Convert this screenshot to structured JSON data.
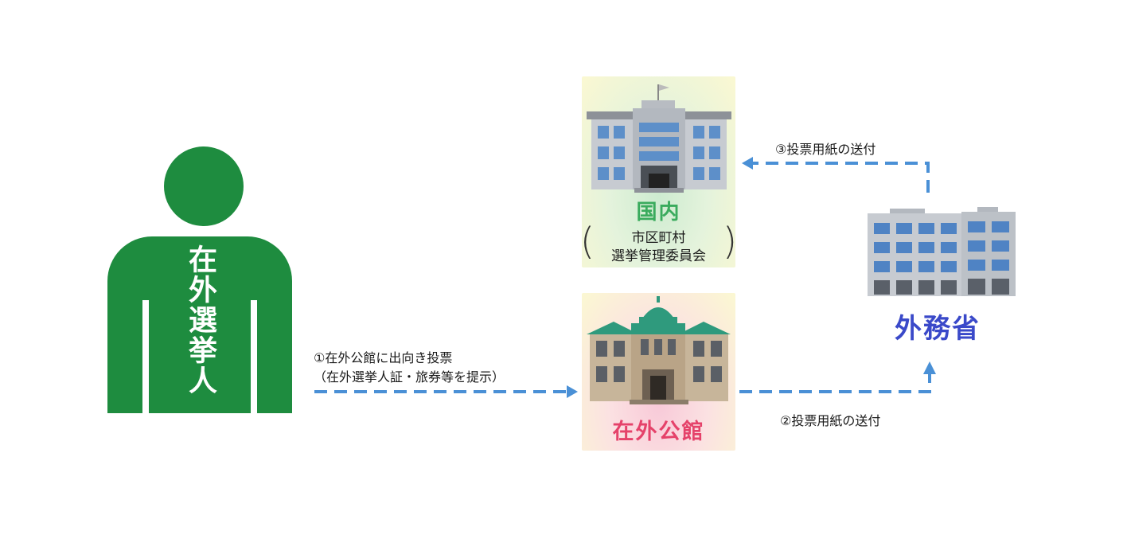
{
  "voter": {
    "label": "在外選挙人"
  },
  "domestic": {
    "title": "国内",
    "sub_line1": "市区町村",
    "sub_line2": "選挙管理委員会",
    "paren_open": "(",
    "paren_close": ")"
  },
  "overseas": {
    "title": "在外公館"
  },
  "mofa": {
    "label": "外務省"
  },
  "steps": {
    "step1_line1": "①在外公館に出向き投票",
    "step1_line2": "（在外選挙人証・旅券等を提示）",
    "step2": "②投票用紙の送付",
    "step3": "③投票用紙の送付"
  },
  "colors": {
    "person": "#1e8c3f",
    "arrow": "#4a90d6",
    "domestic_title": "#3aab5d",
    "overseas_title": "#e5426a",
    "mofa_title": "#3a49c9"
  },
  "icons": [
    "person-icon",
    "city-hall-icon",
    "embassy-building-icon",
    "ministry-building-icon",
    "dashed-arrow-icon"
  ]
}
